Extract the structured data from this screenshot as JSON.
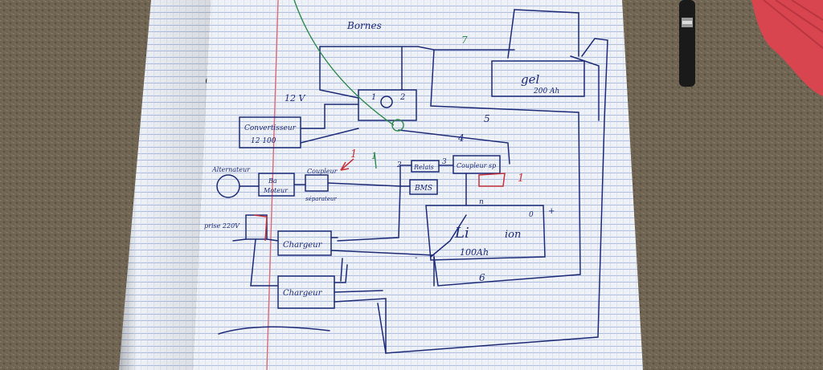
{
  "diagram": {
    "labels": {
      "bornes": "Bornes",
      "gel_battery": "gel",
      "gel_capacity": "200 Ah",
      "voltage_12v": "12 V",
      "converter_line1": "Convertisseur",
      "converter_line2": "12 100",
      "alternator": "Alternateur",
      "alt_box_line1": "Ba",
      "alt_box_line2": "Moteur",
      "coupler_line1": "Coupleur",
      "coupler_line2": "séparateur",
      "relay": "Relais",
      "coupler_sp": "Coupleur sp",
      "bms": "BMS",
      "lithium_line1": "Li",
      "lithium_line2": "ion",
      "lithium_capacity": "100Ah",
      "prise_220": "prise 220V",
      "charger_1": "Chargeur",
      "charger_2": "Chargeur",
      "switch_1": "1",
      "switch_2": "2",
      "switch_0": "0",
      "wire_5": "5",
      "wire_4": "4",
      "wire_6": "6",
      "wire_7": "7",
      "wire_1": "1",
      "wire_2": "2",
      "wire_3": "3",
      "red_1a": "1",
      "red_1b": "1",
      "plus": "+",
      "minus": "-",
      "pos_n": "n"
    },
    "colors": {
      "ink_blue": "#1c2a78",
      "ink_red": "#c8323a",
      "ink_green": "#2f8a4e",
      "paper": "#eef1f6",
      "table": "#6e6250"
    }
  }
}
